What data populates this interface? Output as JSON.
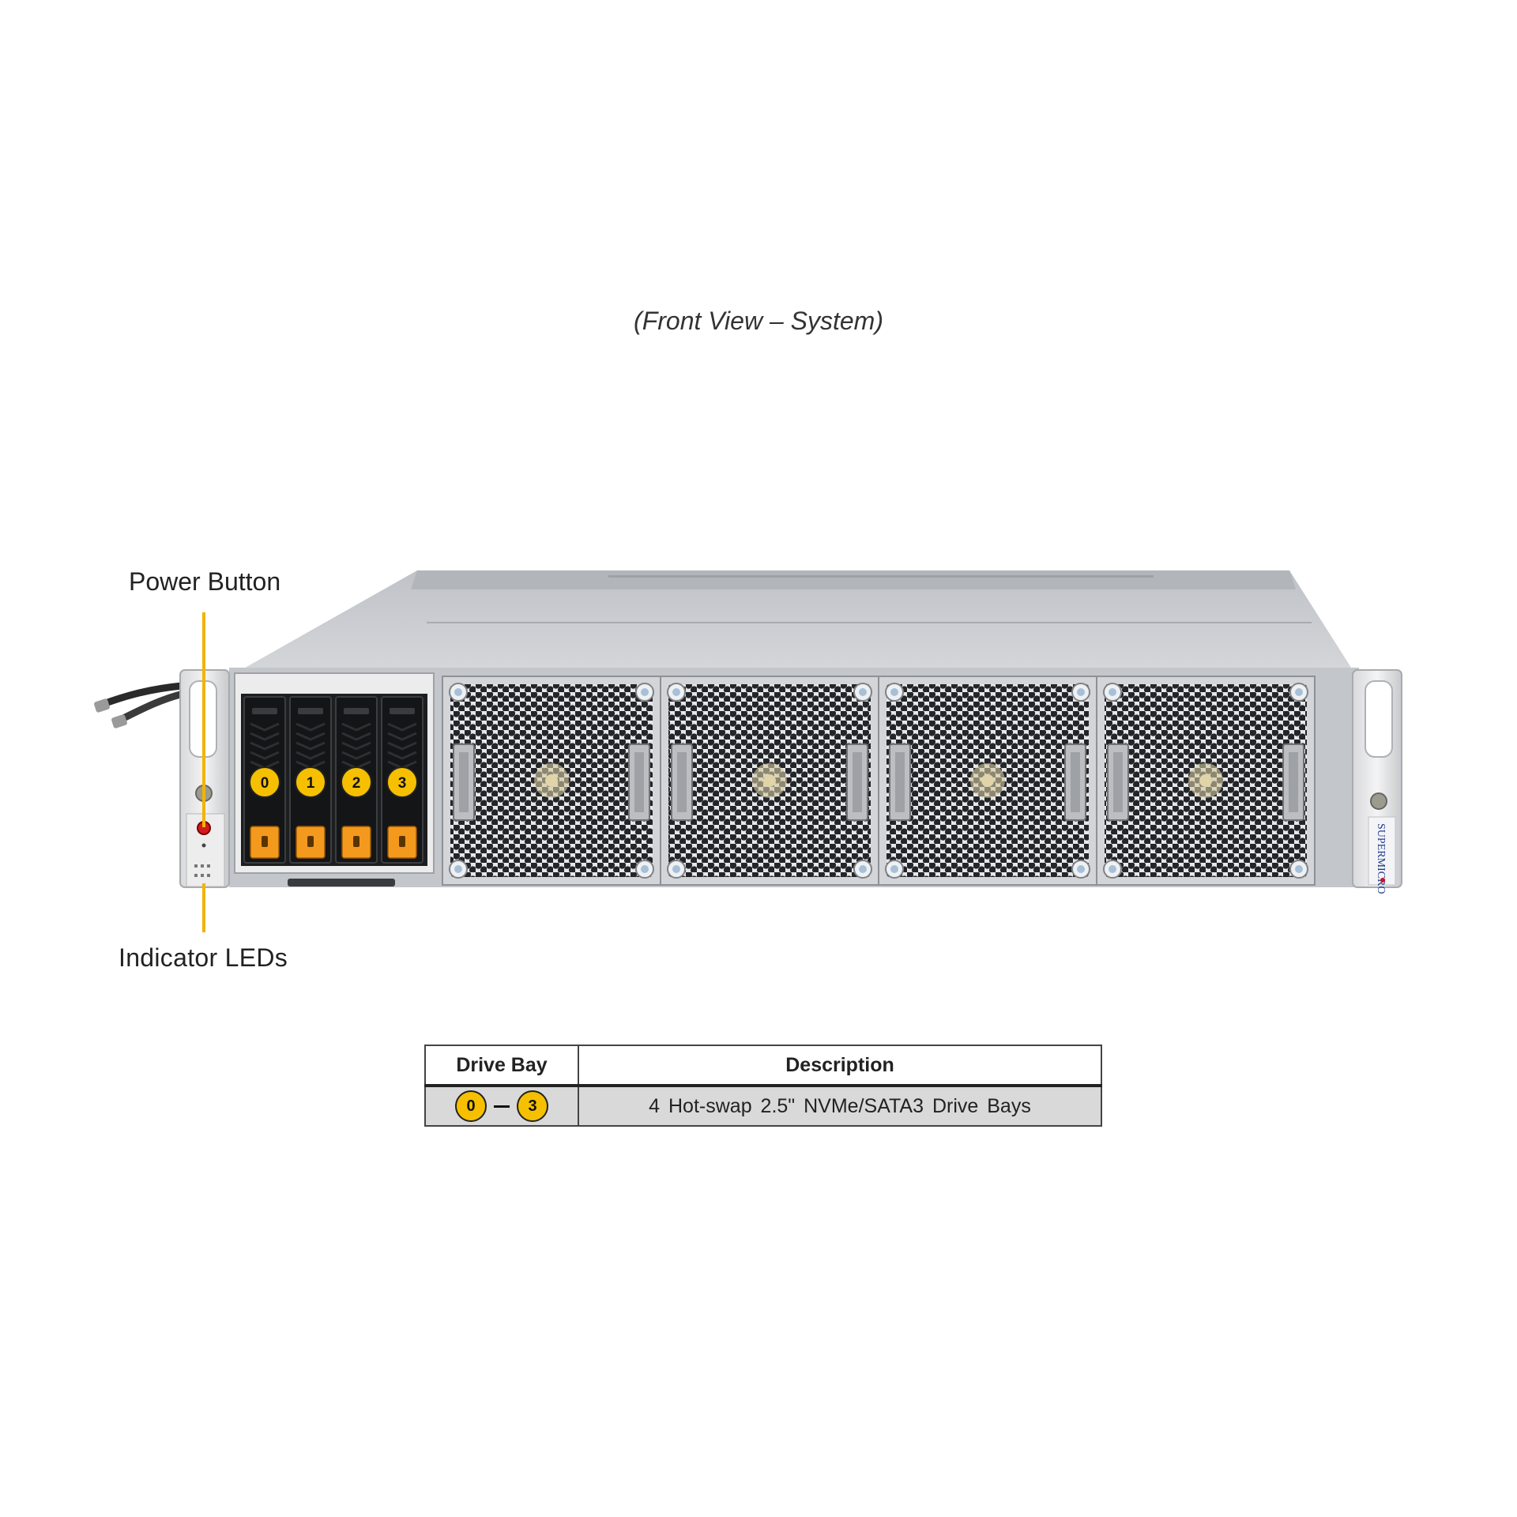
{
  "caption": "(Front View – System)",
  "callouts": {
    "power_button": "Power Button",
    "indicator_leds": "Indicator LEDs"
  },
  "drive_bays": [
    "0",
    "1",
    "2",
    "3"
  ],
  "brand_label": "SUPERMICRO",
  "table": {
    "headers": [
      "Drive Bay",
      "Description"
    ],
    "rows": [
      {
        "bay_start": "0",
        "bay_end": "3",
        "description": "4 Hot-swap 2.5\" NVMe/SATA3 Drive Bays"
      }
    ]
  },
  "colors": {
    "callout_yellow": "#f2b400",
    "badge_yellow": "#f6c000",
    "drive_tab_orange": "#f39a1e",
    "chassis_gray": "#c9ccd1",
    "fan_grille": "#2b2d30"
  }
}
